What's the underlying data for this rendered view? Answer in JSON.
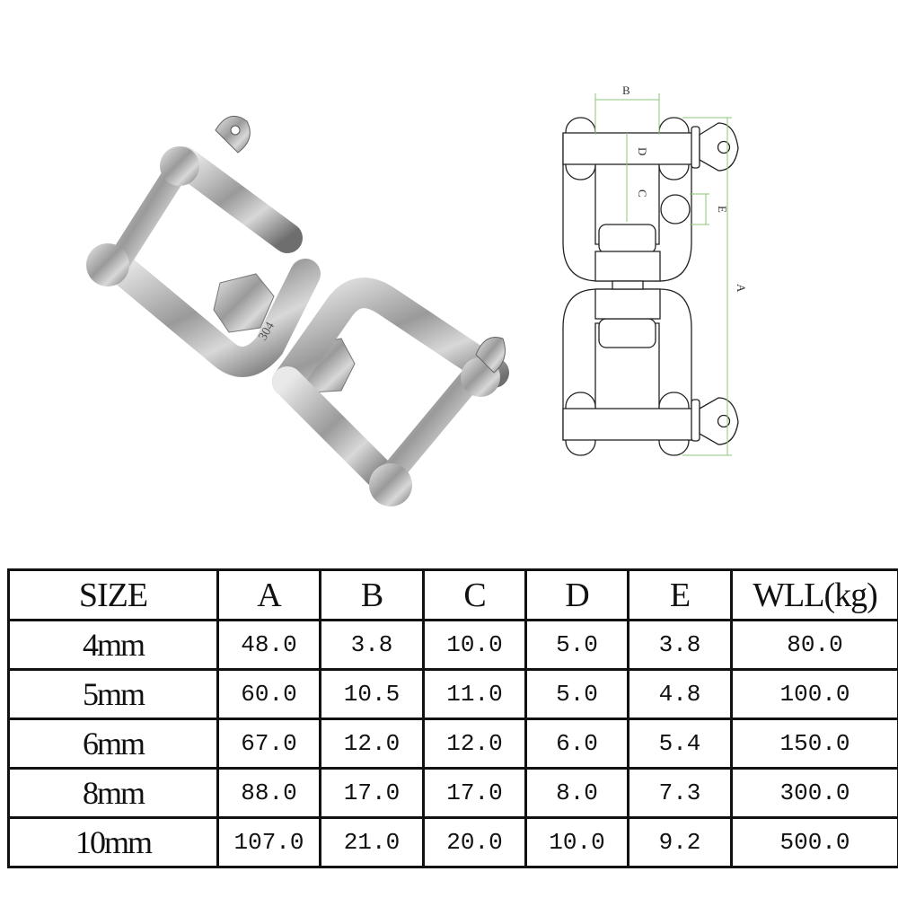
{
  "diagram": {
    "labels": {
      "A": "A",
      "B": "B",
      "C": "C",
      "D": "D",
      "E": "E"
    },
    "dimension_color": "#8cc57a"
  },
  "table": {
    "headers": [
      "SIZE",
      "A",
      "B",
      "C",
      "D",
      "E",
      "WLL(kg)"
    ],
    "rows": [
      [
        "4mm",
        "48.0",
        "3.8",
        "10.0",
        "5.0",
        "3.8",
        "80.0"
      ],
      [
        "5mm",
        "60.0",
        "10.5",
        "11.0",
        "5.0",
        "4.8",
        "100.0"
      ],
      [
        "6mm",
        "67.0",
        "12.0",
        "12.0",
        "6.0",
        "5.4",
        "150.0"
      ],
      [
        "8mm",
        "88.0",
        "17.0",
        "17.0",
        "8.0",
        "7.3",
        "300.0"
      ],
      [
        "10mm",
        "107.0",
        "21.0",
        "20.0",
        "10.0",
        "9.2",
        "500.0"
      ]
    ]
  },
  "photo": {
    "stamp": "304"
  }
}
